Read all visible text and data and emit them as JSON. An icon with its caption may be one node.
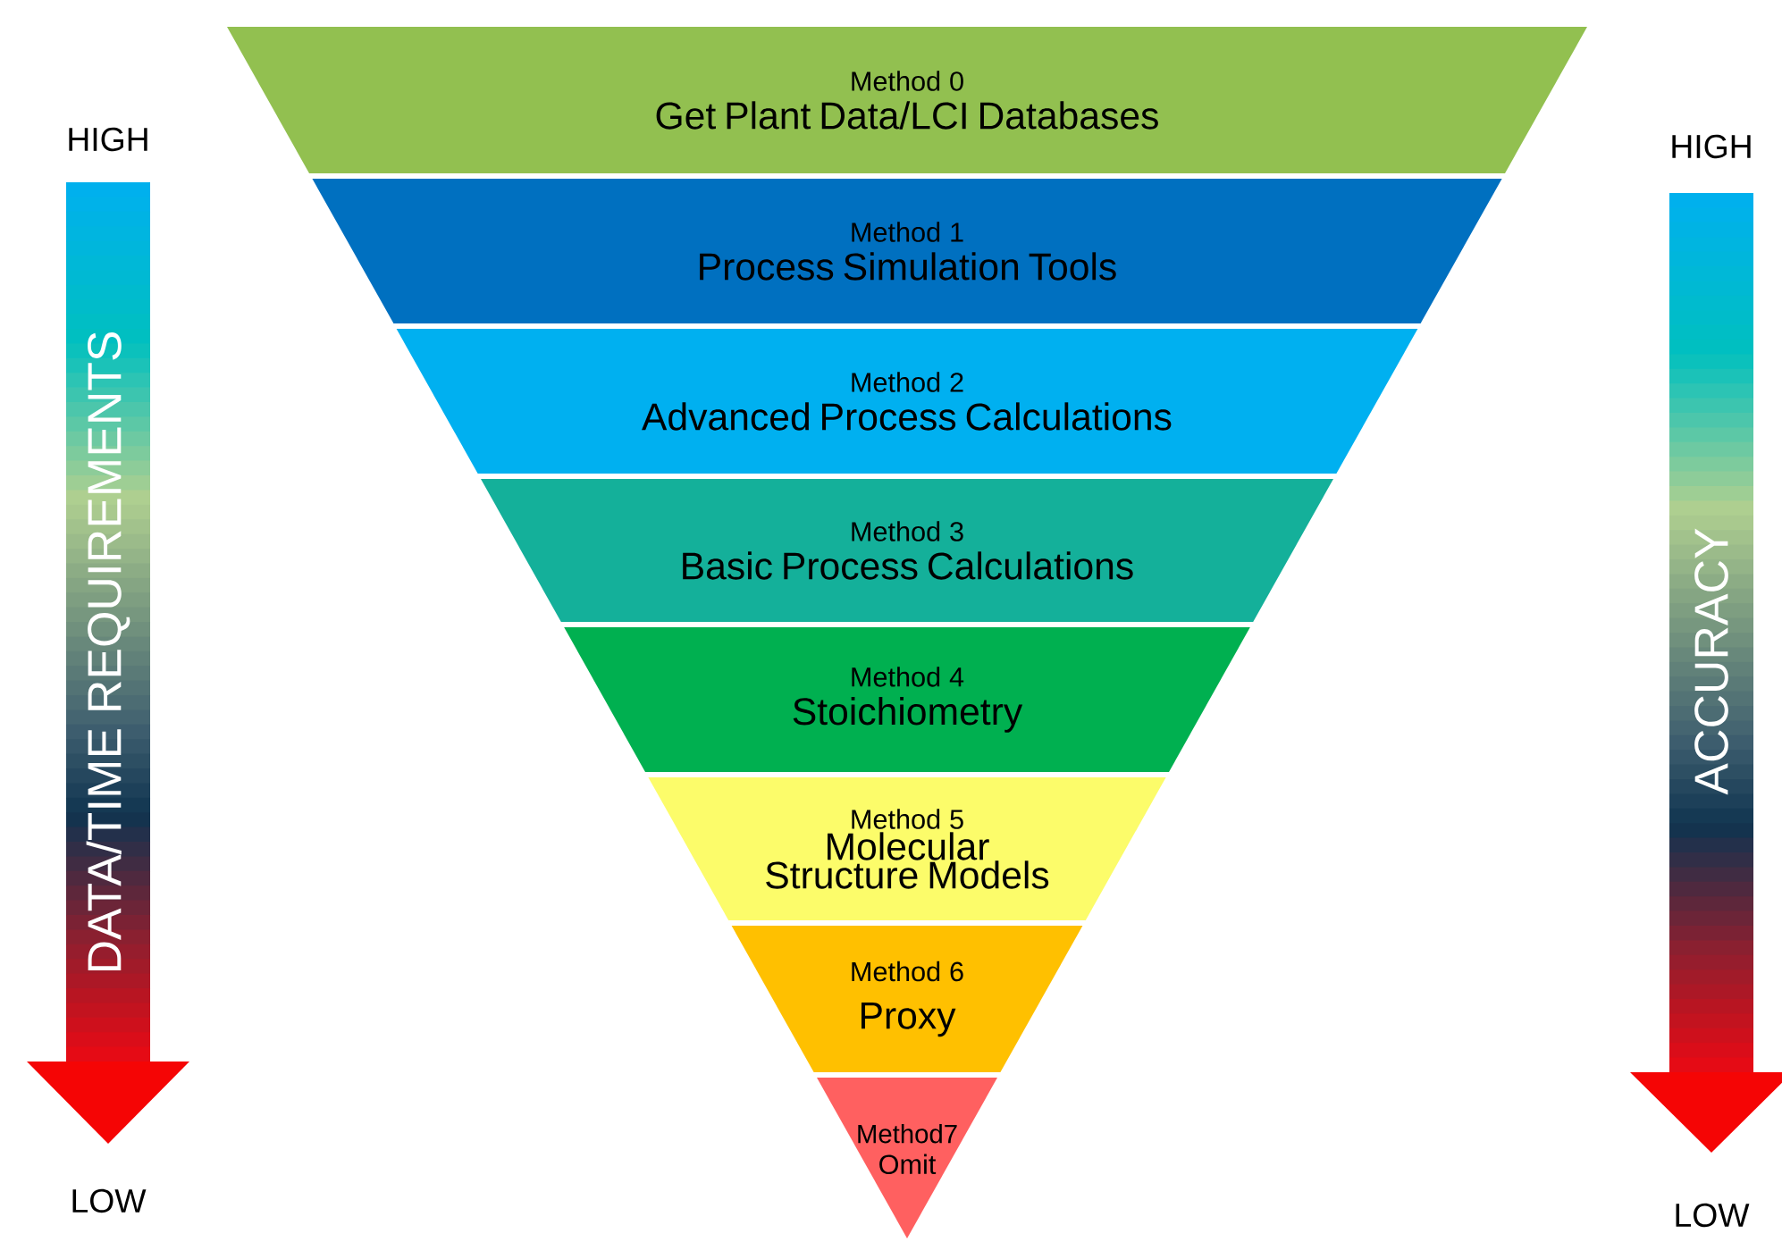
{
  "diagram": {
    "nodes": [
      {
        "text": [
          "Method 0",
          "Get Plant Data/LCI Databases"
        ]
      },
      {
        "text": [
          "Method 1",
          "Process Simulation Tools"
        ]
      },
      {
        "text": [
          "Method 2",
          "Advanced Process Calculations"
        ]
      },
      {
        "text": [
          "Method 3",
          "Basic Process Calculations"
        ]
      },
      {
        "text": [
          "Method 4",
          "Stoichiometry"
        ]
      },
      {
        "text": [
          "Method 5",
          "Molecular Structure Models"
        ]
      },
      {
        "text": [
          "Method 6",
          "Proxy"
        ]
      },
      {
        "text": [
          "Method7",
          "Omit"
        ]
      }
    ],
    "labels": [
      "HIGH",
      "DATA/TIME REQUIREMENTS",
      "LOW",
      "HIGH",
      "ACCURACY",
      "LOW"
    ]
  }
}
